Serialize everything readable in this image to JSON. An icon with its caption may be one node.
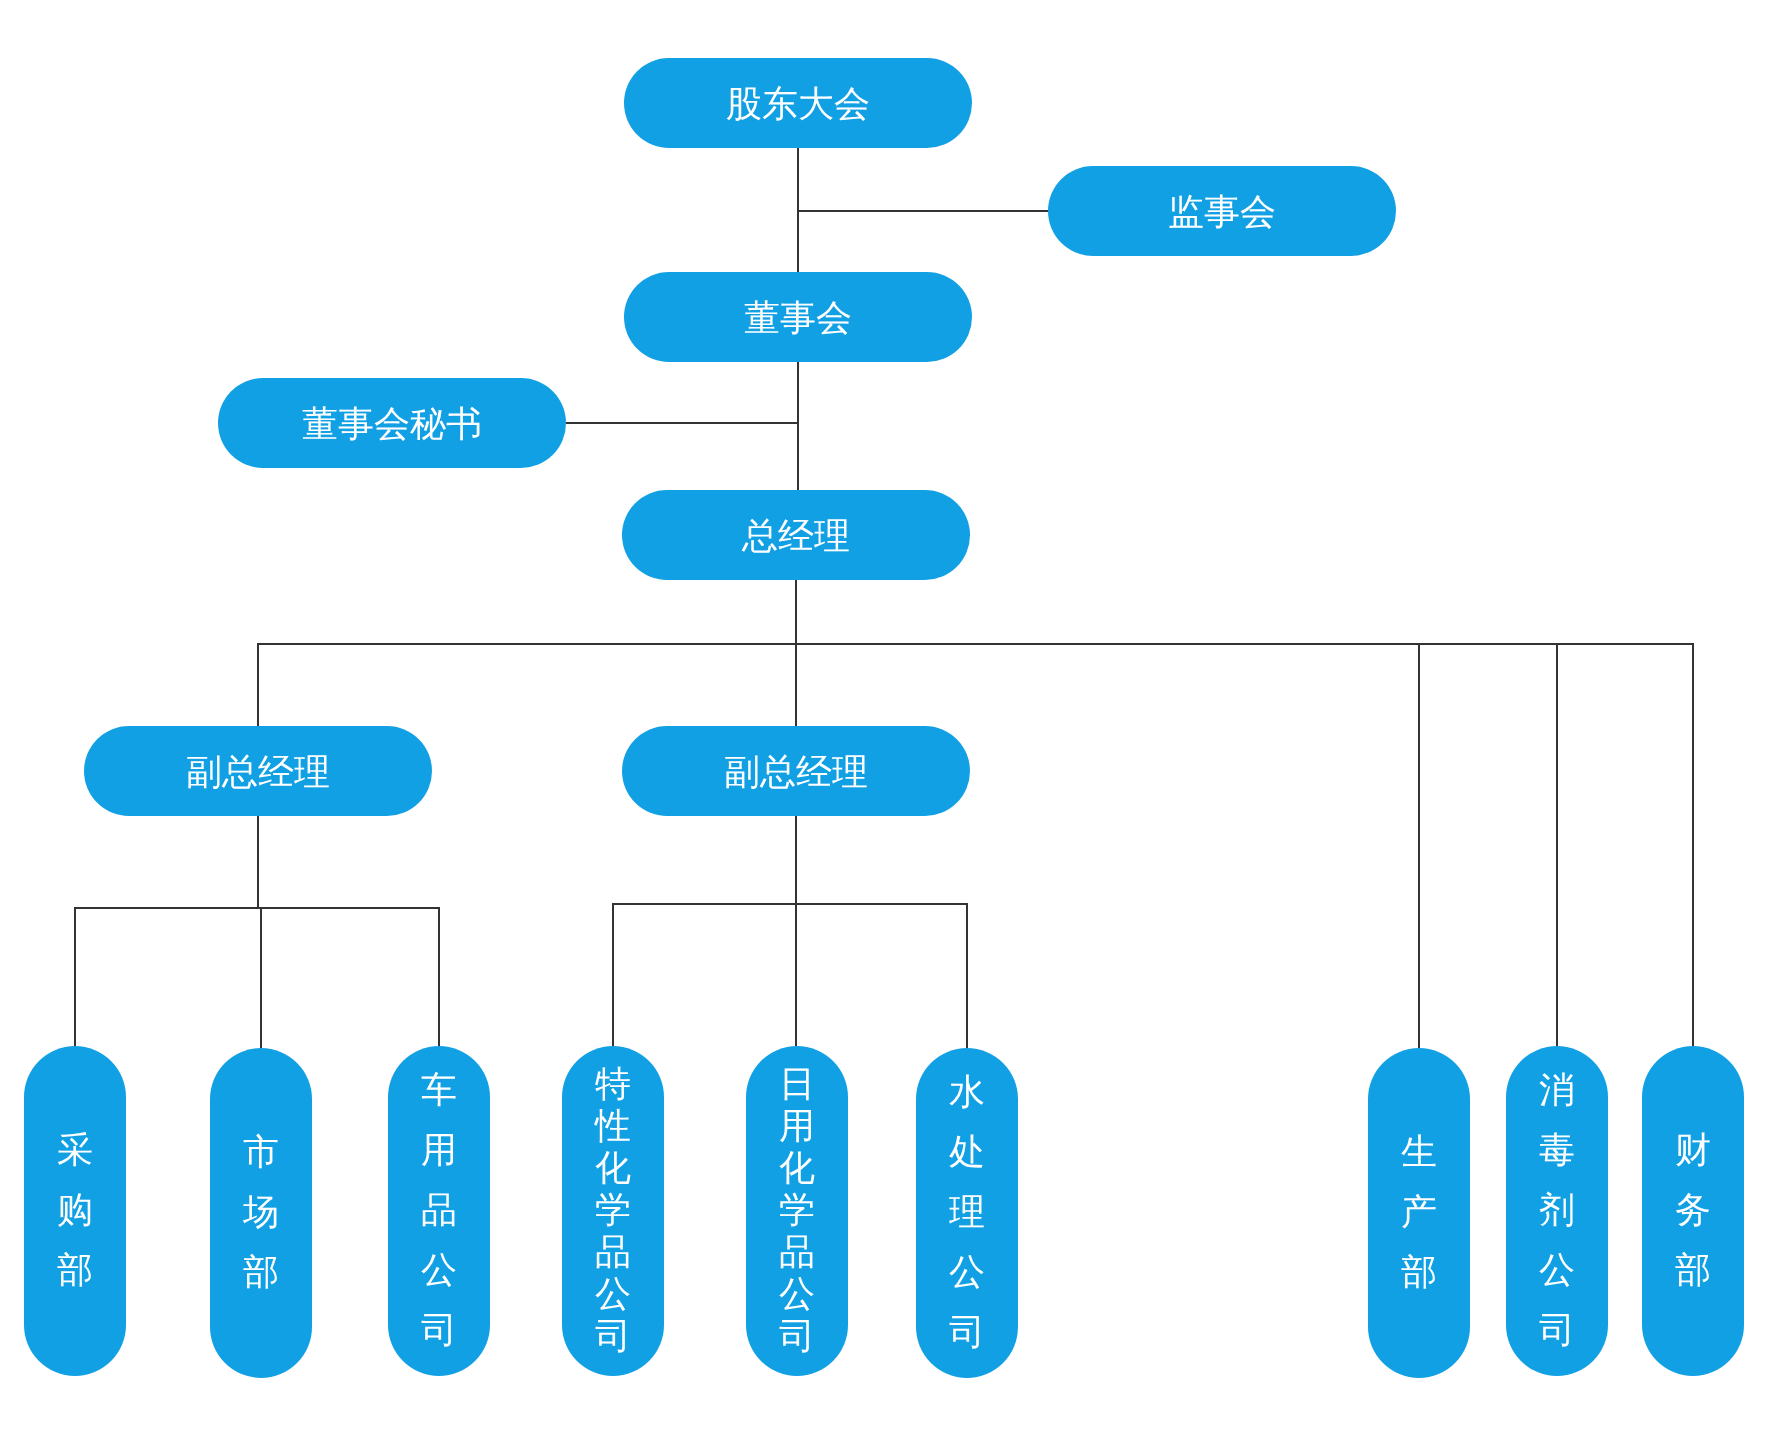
{
  "diagram": {
    "nodes": [
      {
        "text": [
          "股东大会"
        ]
      },
      {
        "text": [
          "监事会"
        ]
      },
      {
        "text": [
          "董事会"
        ]
      },
      {
        "text": [
          "董事会秘书"
        ]
      },
      {
        "text": [
          "总经理"
        ]
      },
      {
        "text": [
          "副总经理"
        ]
      },
      {
        "text": [
          "副总经理"
        ]
      },
      {
        "text": [
          "采购部"
        ]
      },
      {
        "text": [
          "市场部"
        ]
      },
      {
        "text": [
          "车用品公司"
        ]
      },
      {
        "text": [
          "特性化学品公司"
        ]
      },
      {
        "text": [
          "日用化学品公司"
        ]
      },
      {
        "text": [
          "水处理公司"
        ]
      },
      {
        "text": [
          "生产部"
        ]
      },
      {
        "text": [
          "消毒剂公司"
        ]
      },
      {
        "text": [
          "财务部"
        ]
      }
    ],
    "edges": [
      {
        "from": 0,
        "to": 1,
        "arrow": "none"
      },
      {
        "from": 0,
        "to": 2,
        "arrow": "none"
      },
      {
        "from": 2,
        "to": 3,
        "arrow": "none"
      },
      {
        "from": 2,
        "to": 4,
        "arrow": "none"
      },
      {
        "from": 4,
        "to": 5,
        "arrow": "none"
      },
      {
        "from": 4,
        "to": 6,
        "arrow": "none"
      },
      {
        "from": 4,
        "to": 13,
        "arrow": "none"
      },
      {
        "from": 4,
        "to": 14,
        "arrow": "none"
      },
      {
        "from": 4,
        "to": 15,
        "arrow": "none"
      },
      {
        "from": 5,
        "to": 7,
        "arrow": "none"
      },
      {
        "from": 5,
        "to": 8,
        "arrow": "none"
      },
      {
        "from": 5,
        "to": 9,
        "arrow": "none"
      },
      {
        "from": 6,
        "to": 10,
        "arrow": "none"
      },
      {
        "from": 6,
        "to": 11,
        "arrow": "none"
      },
      {
        "from": 6,
        "to": 12,
        "arrow": "none"
      }
    ]
  }
}
